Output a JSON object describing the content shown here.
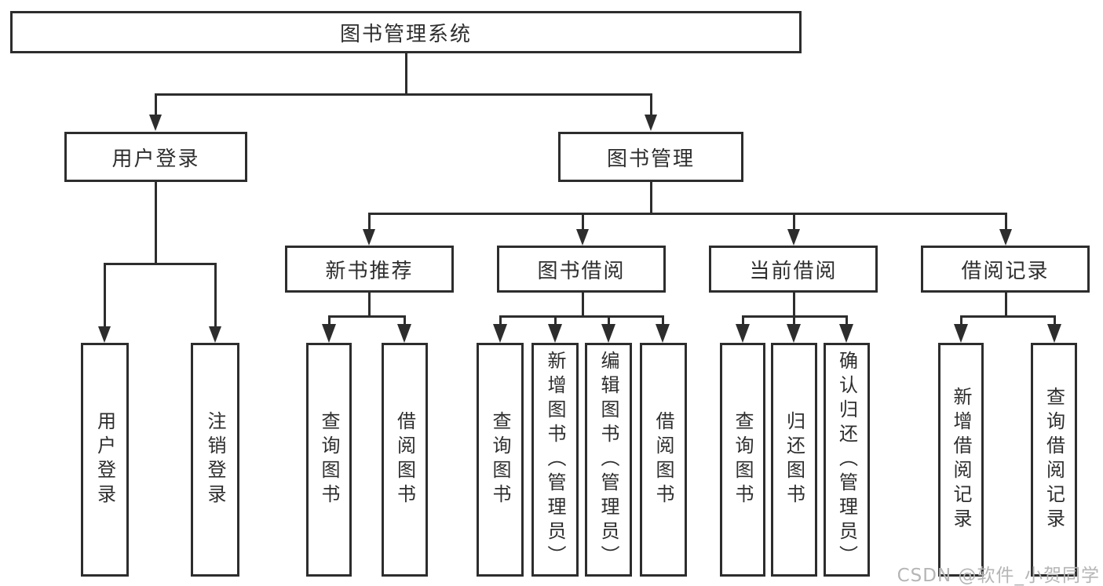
{
  "nodes": {
    "root": "图书管理系统",
    "user_login": "用户登录",
    "book_mgmt": "图书管理",
    "new_book": "新书推荐",
    "book_borrow": "图书借阅",
    "current_borrow": "当前借阅",
    "borrow_record": "借阅记录",
    "leaves": {
      "user_login": [
        "用户登录",
        "注销登录"
      ],
      "new_book": [
        "查询图书",
        "借阅图书"
      ],
      "book_borrow": [
        "查询图书",
        "新增图书（管理员）",
        "编辑图书（管理员）",
        "借阅图书"
      ],
      "current_borrow": [
        "查询图书",
        "归还图书",
        "确认归还（管理员）"
      ],
      "borrow_record": [
        "新增借阅记录",
        "查询借阅记录"
      ]
    }
  },
  "watermark": "CSDN @软件_小贺同学",
  "colors": {
    "line": "#2d2d2d",
    "text": "#2e2e2e",
    "background": "#ffffff",
    "watermark": "#b5b5b5"
  }
}
